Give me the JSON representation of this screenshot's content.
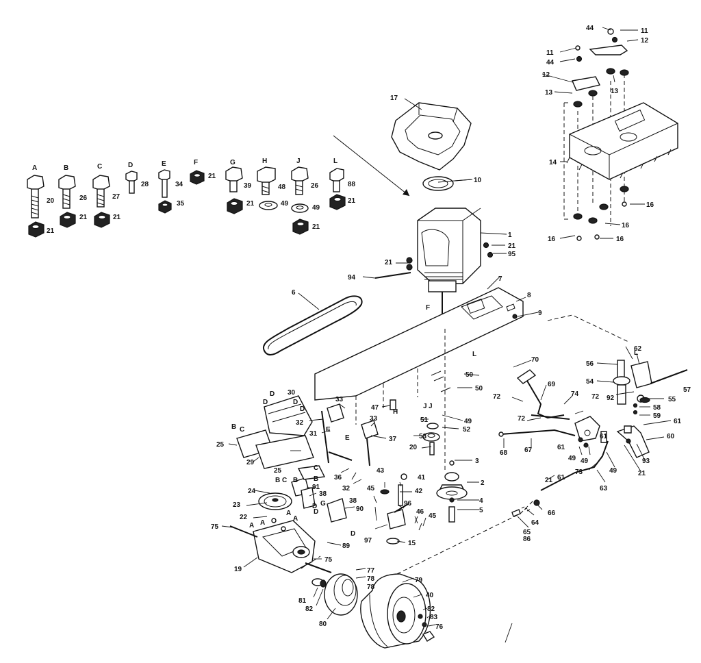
{
  "hardware_letters": [
    "A",
    "B",
    "C",
    "D",
    "E",
    "F",
    "G",
    "H",
    "J",
    "L"
  ],
  "hardware_numbers": [
    "20",
    "26",
    "27",
    "28",
    "34",
    "21",
    "39",
    "48",
    "26",
    "88",
    "21",
    "21",
    "21",
    "35",
    "21",
    "49",
    "49",
    "21",
    "21"
  ],
  "callouts": [
    "1",
    "2",
    "3",
    "4",
    "5",
    "6",
    "7",
    "8",
    "9",
    "10",
    "11",
    "11",
    "12",
    "12",
    "13",
    "13",
    "14",
    "15",
    "16",
    "16",
    "16",
    "16",
    "17",
    "19",
    "20",
    "21",
    "21",
    "21",
    "21",
    "22",
    "23",
    "24",
    "25",
    "25",
    "29",
    "30",
    "31",
    "32",
    "32",
    "33",
    "33",
    "36",
    "37",
    "38",
    "38",
    "40",
    "41",
    "42",
    "43",
    "44",
    "44",
    "45",
    "45",
    "46",
    "47",
    "49",
    "49",
    "49",
    "49",
    "50",
    "50",
    "51",
    "52",
    "53",
    "54",
    "55",
    "56",
    "57",
    "58",
    "59",
    "60",
    "61",
    "61",
    "61",
    "61",
    "62",
    "63",
    "64",
    "65",
    "66",
    "67",
    "68",
    "69",
    "70",
    "72",
    "72",
    "72",
    "73",
    "74",
    "75",
    "75",
    "76",
    "77",
    "78",
    "78",
    "79",
    "80",
    "81",
    "82",
    "82",
    "83",
    "86",
    "89",
    "90",
    "91",
    "92",
    "93",
    "94",
    "95",
    "96",
    "97"
  ],
  "reference_letters": [
    "A",
    "A",
    "A",
    "A",
    "B",
    "B",
    "B",
    "B",
    "C",
    "C",
    "C",
    "D",
    "D",
    "D",
    "D",
    "D",
    "D",
    "D",
    "E",
    "E",
    "F",
    "G",
    "H",
    "J",
    "J",
    "L",
    "L"
  ]
}
